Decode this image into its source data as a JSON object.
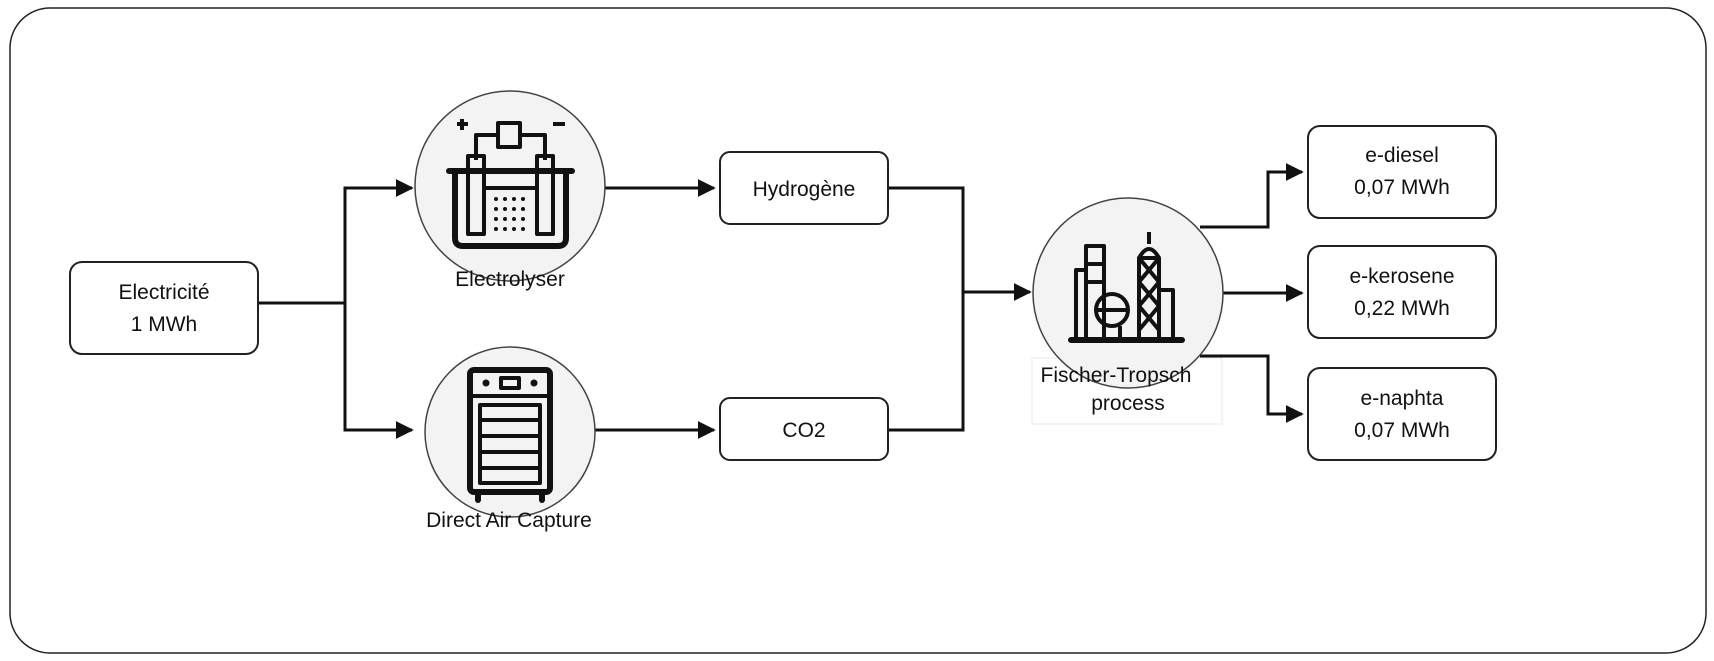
{
  "inputs": {
    "electricity": {
      "line1": "Electricité",
      "line2": "1 MWh"
    }
  },
  "processes": {
    "electrolyser": {
      "label": "Electrolyser",
      "icon": "electrolyser-icon"
    },
    "dac": {
      "label": "Direct Air Capture",
      "icon": "air-capture-unit-icon"
    },
    "ft": {
      "line1": "Fischer-Tropsch",
      "line2": "process",
      "icon": "refinery-icon"
    }
  },
  "intermediates": {
    "hydrogen": {
      "label": "Hydrogène"
    },
    "co2": {
      "label": "CO2"
    }
  },
  "outputs": {
    "ediesel": {
      "line1": "e-diesel",
      "line2": "0,07 MWh"
    },
    "ekerosene": {
      "line1": "e-kerosene",
      "line2": "0,22 MWh"
    },
    "enaphta": {
      "line1": "e-naphta",
      "line2": "0,07 MWh"
    }
  },
  "colors": {
    "stroke": "#111111",
    "circle_fill": "#f3f3f3",
    "background": "#ffffff"
  }
}
